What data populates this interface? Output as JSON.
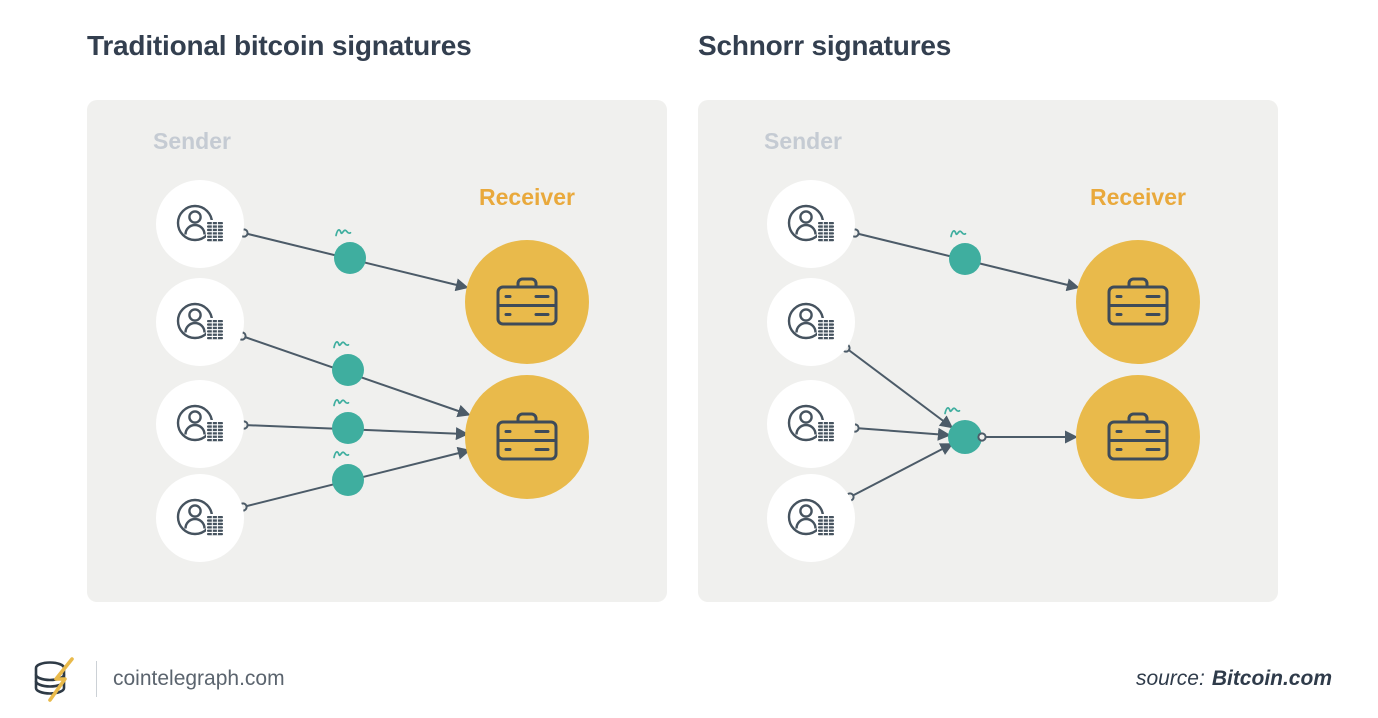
{
  "left_panel": {
    "title": "Traditional bitcoin signatures",
    "sender_label": "Sender",
    "receiver_label": "Receiver",
    "senders": 4,
    "receivers": 2,
    "signatures": 4
  },
  "right_panel": {
    "title": "Schnorr signatures",
    "sender_label": "Sender",
    "receiver_label": "Receiver",
    "senders": 4,
    "receivers": 2,
    "signatures": 2
  },
  "footer": {
    "site": "cointelegraph.com",
    "source_prefix": "source:",
    "source_name": "Bitcoin.com"
  },
  "colors": {
    "panel_bg": "#f0f0ee",
    "heading": "#333f4f",
    "sender_label": "#c5cbd3",
    "receiver_label": "#e9a93c",
    "receiver_circle": "#e9ba4b",
    "signature_teal": "#3fae9f",
    "arrow": "#4c5b68"
  }
}
